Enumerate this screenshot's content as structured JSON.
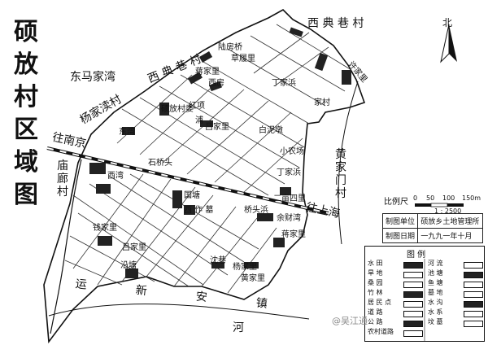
{
  "title_chars": [
    "硕",
    "放",
    "村",
    "区",
    "域",
    "图"
  ],
  "north": "北",
  "places": {
    "dongma": "东马家湾",
    "xidian_xiang_top": "西 典 巷 村",
    "xidian_xiang_left": "西 典 巷 村",
    "yangjiadu": "杨家渎村",
    "lufang_qiao": "陆房桥",
    "caohuang_li": "草履里",
    "jiang_jia_li": "蒋家里",
    "xi_fang": "西房",
    "ding_jia_bang_top": "丁家浜",
    "xu_jia_li": "许家里",
    "jia_cun": "家村",
    "hong_xiang": "红项",
    "fang_cun_wei": "硕放村委",
    "fu_zhou": "浦",
    "lv_jia_li": "吕家里",
    "bai_ni_dun": "白泥墩",
    "dong_wan": "东湾",
    "xiao_nong_chang": "小农场",
    "wang_nan_jing": "往南京",
    "shi_qiao_tou": "石桥头",
    "miao_lang_cun": "庙廊村",
    "xi_wan": "西湾",
    "ding_jia_bang_mid": "丁家浜",
    "er_mu_si": "二亩四里",
    "huang_jia_men_cun": "黄 家 门 村",
    "guo_tang": "国塘",
    "xi_ge_mu": "西 作 墓",
    "qiao_tou_bang": "桥头浜",
    "yu_cai_wan": "余财湾",
    "wang_shang_hai": "往上海",
    "qian_jia_li": "钱家里",
    "yan_jia_li": "沿塘",
    "yang_jia_li": "杨家里",
    "huang_jia_li": "黄家里",
    "shen_xiang": "沈巷",
    "xin_an_zhen": "运 新 安 镇",
    "he": "河",
    "jiang_jia_li2": "蒋家里",
    "lv_jia_li2": "吕家里"
  },
  "info": {
    "scale_label": "比例尺",
    "scale_ticks": [
      "0",
      "50",
      "100",
      "150m"
    ],
    "scale_ratio": "1 : 2500",
    "org_label": "制图单位",
    "org_value": "硕放乡土地管理所",
    "date_label": "制图日期",
    "date_value": "一九九一年十月"
  },
  "legend": {
    "title": "图 例",
    "items": [
      "水 田",
      "旱 地",
      "桑 园",
      "竹 林",
      "居 民 点",
      "道 路",
      "公 路",
      "农村道路",
      "河 流",
      "池 塘",
      "鱼 塘",
      "墓 地",
      "水 沟",
      "水 系",
      "坟 墓"
    ]
  },
  "watermark": "@吴江通",
  "colors": {
    "ink": "#111111",
    "water": "#ffffff",
    "settlement": "#222222"
  }
}
